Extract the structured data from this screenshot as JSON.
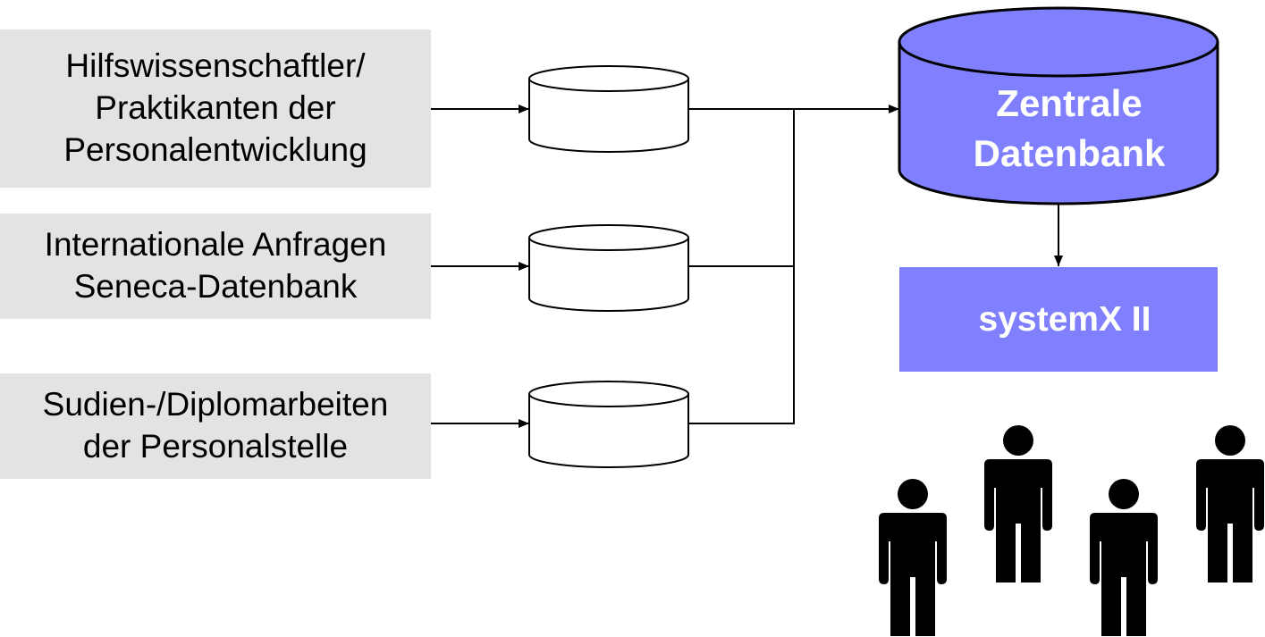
{
  "sources": [
    {
      "id": "source-hilfswissenschaftler",
      "lines": [
        "Hilfswissenschaftler/",
        "Praktikanten der",
        "Personalentwicklung"
      ]
    },
    {
      "id": "source-internationale-anfragen",
      "lines": [
        "Internationale Anfragen",
        "Seneca-Datenbank"
      ]
    },
    {
      "id": "source-diplomarbeiten",
      "lines": [
        "Sudien-/Diplomarbeiten",
        "der Personalstelle"
      ]
    }
  ],
  "central_database": {
    "lines": [
      "Zentrale",
      "Datenbank"
    ],
    "fill_color": "#8080ff"
  },
  "system": {
    "label": "systemX II",
    "fill_color": "#8080ff"
  },
  "users": {
    "count": 4,
    "icon": "person-icon"
  },
  "colors": {
    "source_box": "#e3e3e3",
    "accent": "#8080ff",
    "line": "#000000"
  }
}
